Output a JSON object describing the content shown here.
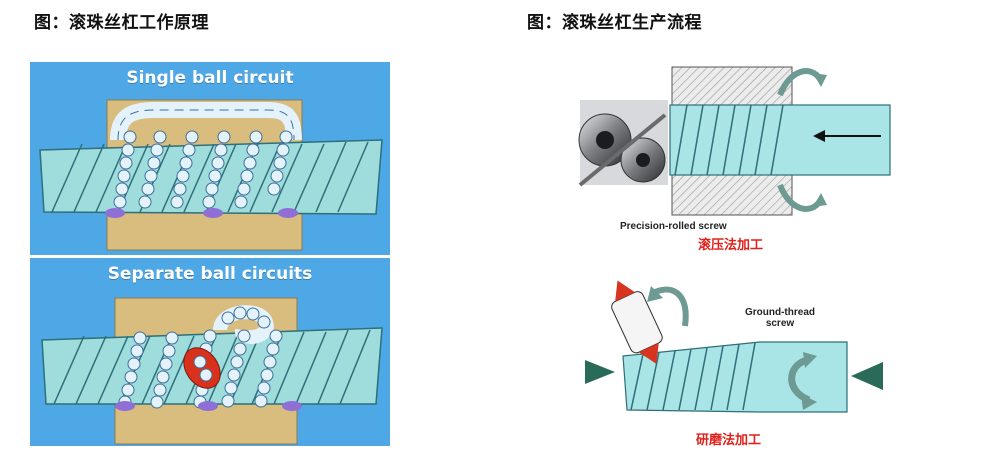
{
  "titles": {
    "left": "图：滚珠丝杠工作原理",
    "right": "图：滚珠丝杠生产流程"
  },
  "left_panels": {
    "single": "Single ball circuit",
    "separate": "Separate ball circuits"
  },
  "right_processes": {
    "rolled_en": "Precision-rolled screw",
    "rolled_cn": "滚压法加工",
    "ground_en_line1": "Ground-thread",
    "ground_en_line2": "screw",
    "ground_cn": "研磨法加工"
  },
  "colors": {
    "panel_bg": "#4fa8e6",
    "nut": "#d8bd7e",
    "shaft": "#9fdcdc",
    "ball": "#e4f2fb",
    "red_caption": "#e0201b",
    "arrow_green": "#6e9a94"
  }
}
